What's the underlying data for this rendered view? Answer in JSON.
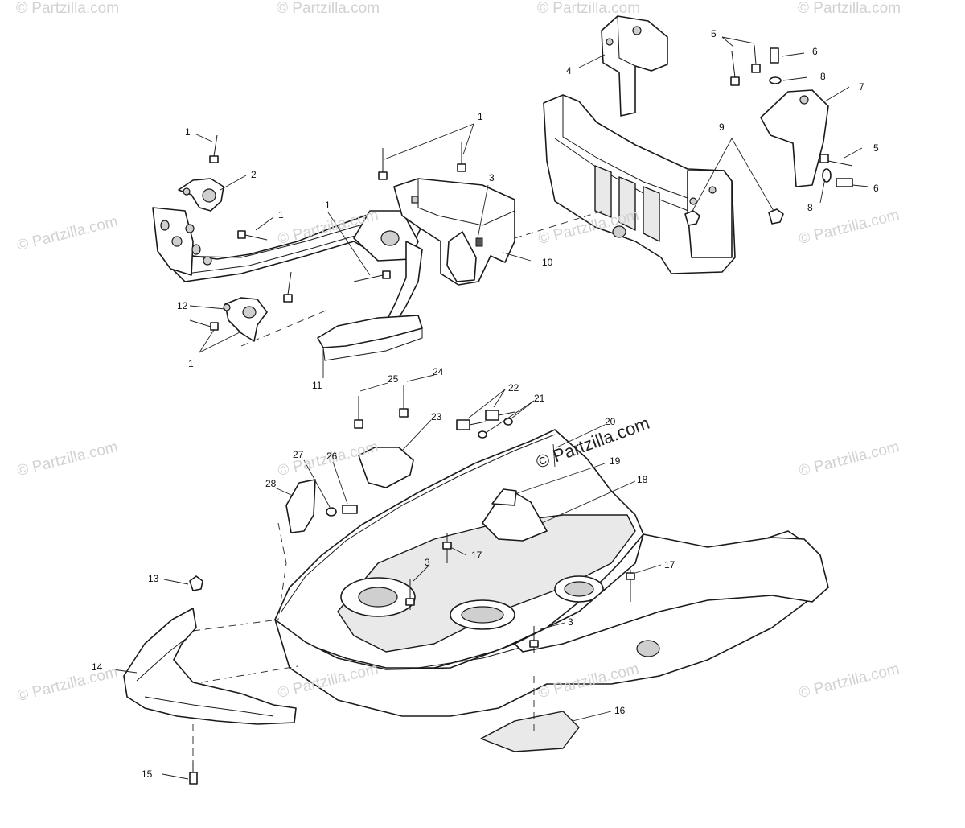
{
  "diagram": {
    "callouts": [
      {
        "id": "c-1a",
        "text": "1"
      },
      {
        "id": "c-2",
        "text": "2"
      },
      {
        "id": "c-1b",
        "text": "1"
      },
      {
        "id": "c-1c",
        "text": "1"
      },
      {
        "id": "c-1d",
        "text": "1"
      },
      {
        "id": "c-3a",
        "text": "3"
      },
      {
        "id": "c-10",
        "text": "10"
      },
      {
        "id": "c-12",
        "text": "12"
      },
      {
        "id": "c-1e",
        "text": "1"
      },
      {
        "id": "c-11",
        "text": "11"
      },
      {
        "id": "c-4",
        "text": "4"
      },
      {
        "id": "c-5a",
        "text": "5"
      },
      {
        "id": "c-6a",
        "text": "6"
      },
      {
        "id": "c-8a",
        "text": "8"
      },
      {
        "id": "c-7",
        "text": "7"
      },
      {
        "id": "c-9",
        "text": "9"
      },
      {
        "id": "c-5b",
        "text": "5"
      },
      {
        "id": "c-6b",
        "text": "6"
      },
      {
        "id": "c-8b",
        "text": "8"
      },
      {
        "id": "c-25",
        "text": "25"
      },
      {
        "id": "c-24",
        "text": "24"
      },
      {
        "id": "c-22",
        "text": "22"
      },
      {
        "id": "c-21",
        "text": "21"
      },
      {
        "id": "c-23",
        "text": "23"
      },
      {
        "id": "c-20",
        "text": "20"
      },
      {
        "id": "c-19",
        "text": "19"
      },
      {
        "id": "c-18",
        "text": "18"
      },
      {
        "id": "c-27",
        "text": "27"
      },
      {
        "id": "c-26",
        "text": "26"
      },
      {
        "id": "c-28",
        "text": "28"
      },
      {
        "id": "c-17a",
        "text": "17"
      },
      {
        "id": "c-17b",
        "text": "17"
      },
      {
        "id": "c-3b",
        "text": "3"
      },
      {
        "id": "c-3c",
        "text": "3"
      },
      {
        "id": "c-13",
        "text": "13"
      },
      {
        "id": "c-14",
        "text": "14"
      },
      {
        "id": "c-16",
        "text": "16"
      },
      {
        "id": "c-15",
        "text": "15"
      }
    ],
    "watermark_text": "© Partzilla.com",
    "watermark_feature_text": "© Partzilla.com",
    "colors": {
      "line": "#1a1a1a",
      "watermark": "#c8c8c8",
      "watermark_feature": "#222222"
    }
  }
}
